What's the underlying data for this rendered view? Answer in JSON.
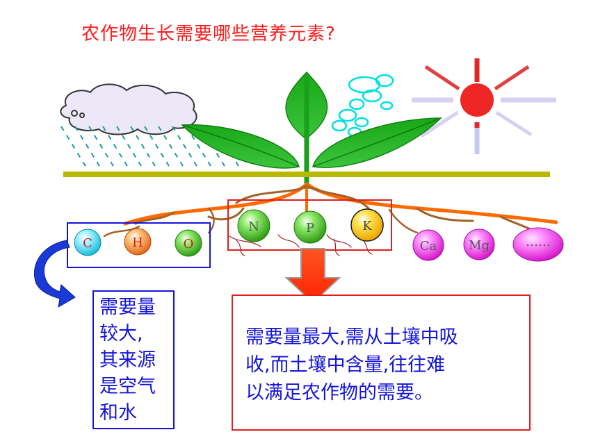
{
  "title": "农作物生长需要哪些营养元素?",
  "elements": {
    "C": "C",
    "H": "H",
    "O": "O",
    "N": "N",
    "P": "P",
    "K": "K",
    "Ca": "Ca",
    "Mg": "Mg",
    "more": "……"
  },
  "note_left": [
    "需要量",
    "较大,",
    "其来源",
    "是空气",
    " 和水"
  ],
  "note_right": [
    "需要量最大,需从土壤中吸",
    "收,而土壤中含量,往往难",
    " 以满足农作物的需要。"
  ],
  "colors": {
    "title": "#ff1a1a",
    "text_blue": "#1414d8",
    "box_blue": "#1414d8",
    "box_red": "#e01e1e",
    "leaf_green": "#22b422",
    "ground": "#b8b800",
    "root_brown": "#a0642a",
    "root_orange": "#ff6600",
    "sun": "#ee2222",
    "bubble": "#00e5e5",
    "arrow_red": "#ff3300",
    "arrow_blue": "#1a3ad8"
  }
}
